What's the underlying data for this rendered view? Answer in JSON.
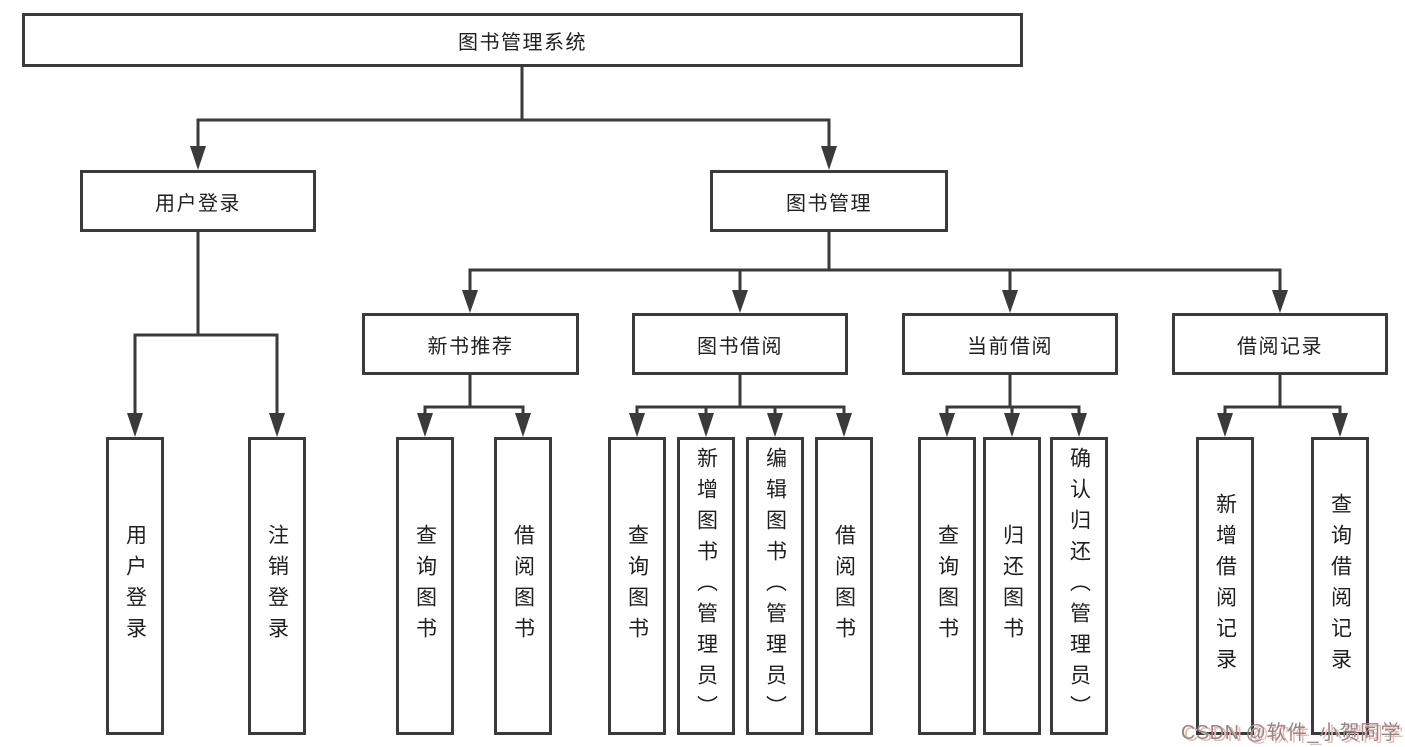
{
  "diagram": {
    "root": {
      "label": "图书管理系统"
    },
    "branches": [
      {
        "label": "用户登录",
        "children": [
          {
            "label": "用户登录"
          },
          {
            "label": "注销登录"
          }
        ]
      },
      {
        "label": "图书管理",
        "children": [
          {
            "label": "新书推荐",
            "children": [
              {
                "label": "查询图书"
              },
              {
                "label": "借阅图书"
              }
            ]
          },
          {
            "label": "图书借阅",
            "children": [
              {
                "label": "查询图书"
              },
              {
                "label": "新增图书（管理员）"
              },
              {
                "label": "编辑图书（管理员）"
              },
              {
                "label": "借阅图书"
              }
            ]
          },
          {
            "label": "当前借阅",
            "children": [
              {
                "label": "查询图书"
              },
              {
                "label": "归还图书"
              },
              {
                "label": "确认归还（管理员）"
              }
            ]
          },
          {
            "label": "借阅记录",
            "children": [
              {
                "label": "新增借阅记录"
              },
              {
                "label": "查询借阅记录"
              }
            ]
          }
        ]
      }
    ]
  },
  "watermark": {
    "text": "CSDN @软件_小贺同学"
  },
  "colors": {
    "line": "#3a3a3a",
    "text": "#1f1f1f",
    "background": "#ffffff",
    "watermark_gray": "#8c8c8c",
    "watermark_pink": "#f4b4b4"
  }
}
